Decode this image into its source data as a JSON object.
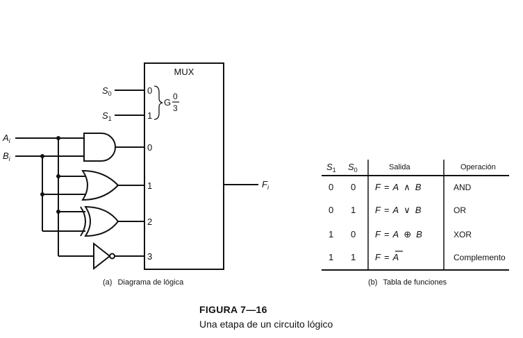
{
  "diagram": {
    "mux_label": "MUX",
    "select_inputs": [
      {
        "name": "S",
        "sub": "0",
        "pin": "0"
      },
      {
        "name": "S",
        "sub": "1",
        "pin": "1"
      }
    ],
    "group_label": {
      "letter": "G",
      "num": "0",
      "den": "3"
    },
    "data_inputs": [
      {
        "name": "A",
        "sub": "i"
      },
      {
        "name": "B",
        "sub": "i"
      }
    ],
    "data_pins": [
      "0",
      "1",
      "2",
      "3"
    ],
    "output": {
      "name": "F",
      "sub": "i"
    },
    "caption": {
      "tag": "(a)",
      "text": "Diagrama de lógica"
    }
  },
  "table": {
    "headers": [
      {
        "name": "S",
        "sub": "1"
      },
      {
        "name": "S",
        "sub": "0"
      },
      {
        "text": "Salida"
      },
      {
        "text": "Operación"
      }
    ],
    "rows": [
      {
        "s1": "0",
        "s0": "0",
        "lhs": "F",
        "eq": "=",
        "a": "A",
        "op": "∧",
        "b": "B",
        "operation": "AND"
      },
      {
        "s1": "0",
        "s0": "1",
        "lhs": "F",
        "eq": "=",
        "a": "A",
        "op": "∨",
        "b": "B",
        "operation": "OR"
      },
      {
        "s1": "1",
        "s0": "0",
        "lhs": "F",
        "eq": "=",
        "a": "A",
        "op": "⊕",
        "b": "B",
        "operation": "XOR"
      },
      {
        "s1": "1",
        "s0": "1",
        "lhs": "F",
        "eq": "=",
        "a": "A",
        "bar": true,
        "operation": "Complemento"
      }
    ],
    "caption": {
      "tag": "(b)",
      "text": "Tabla de funciones"
    }
  },
  "figure": {
    "title": "FIGURA 7—16",
    "subtitle": "Una etapa de un circuito lógico"
  }
}
